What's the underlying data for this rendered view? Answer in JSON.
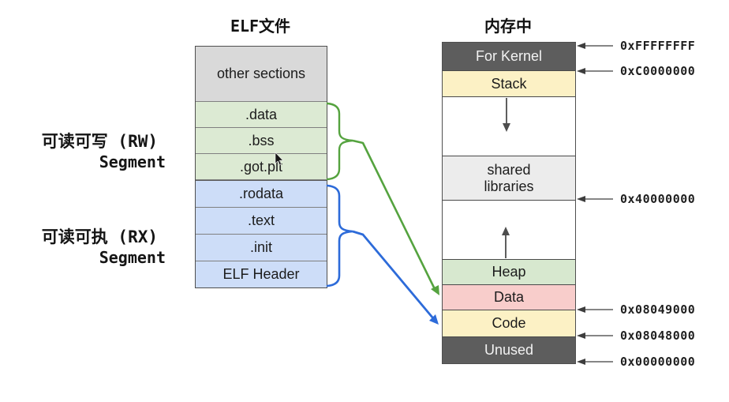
{
  "elf_panel": {
    "title": "ELF文件",
    "sections": [
      {
        "label": "other sections",
        "group": "other"
      },
      {
        "label": ".data",
        "group": "rw"
      },
      {
        "label": ".bss",
        "group": "rw"
      },
      {
        "label": ".got.plt",
        "group": "rw"
      },
      {
        "label": ".rodata",
        "group": "rx"
      },
      {
        "label": ".text",
        "group": "rx"
      },
      {
        "label": ".init",
        "group": "rx"
      },
      {
        "label": "ELF Header",
        "group": "rx"
      }
    ]
  },
  "segment_labels": {
    "rw": {
      "line1": "可读可写 (RW)",
      "line2": "Segment"
    },
    "rx": {
      "line1": "可读可执 (RX)",
      "line2": "Segment"
    }
  },
  "memory_panel": {
    "title": "内存中",
    "regions": [
      {
        "label": "For Kernel",
        "style": "dark"
      },
      {
        "label": "Stack",
        "style": "yellow"
      },
      {
        "label": "",
        "style": "white-down-arrow"
      },
      {
        "label": "shared libraries",
        "style": "lightgray"
      },
      {
        "label": "",
        "style": "white-up-arrow"
      },
      {
        "label": "Heap",
        "style": "green"
      },
      {
        "label": "Data",
        "style": "pink"
      },
      {
        "label": "Code",
        "style": "yellow"
      },
      {
        "label": "Unused",
        "style": "dark"
      }
    ],
    "addresses": [
      "0xFFFFFFFF",
      "0xC0000000",
      "0x40000000",
      "0x08049000",
      "0x08048000",
      "0x00000000"
    ]
  },
  "colors": {
    "rw_segment_fill": "#dcead3",
    "rx_segment_fill": "#cdddf8",
    "other_sections_fill": "#d9d9d9",
    "kernel_unused_fill": "#5d5d5d",
    "stack_code_fill": "#fcf1c5",
    "shared_libraries_fill": "#ececec",
    "heap_fill": "#d7e8cf",
    "data_fill": "#f8cdcb",
    "rw_connector": "#55a33f",
    "rx_connector": "#2d6bd9"
  }
}
